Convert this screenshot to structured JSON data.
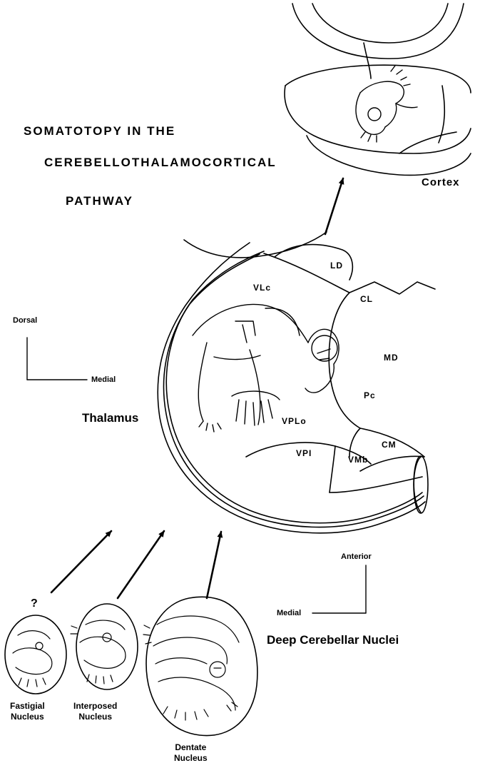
{
  "title": {
    "line1": "SOMATOTOPY IN THE",
    "line2": "CEREBELLOTHALAMOCORTICAL",
    "line3": "PATHWAY"
  },
  "labels": {
    "cortex": "Cortex",
    "thalamus": "Thalamus",
    "deep_nuclei": "Deep Cerebellar Nuclei",
    "question_mark": "?"
  },
  "axes": {
    "thalamus": {
      "vertical": "Dorsal",
      "horizontal": "Medial"
    },
    "nuclei": {
      "vertical": "Anterior",
      "horizontal": "Medial"
    }
  },
  "thalamic_regions": {
    "LD": "LD",
    "CL": "CL",
    "VLc": "VLc",
    "MD": "MD",
    "Pc": "Pc",
    "VPLo": "VPLo",
    "CM": "CM",
    "VPI": "VPI",
    "VMb": "VMb"
  },
  "nuclei": {
    "fastigial": {
      "line1": "Fastigial",
      "line2": "Nucleus"
    },
    "interposed": {
      "line1": "Interposed",
      "line2": "Nucleus"
    },
    "dentate": {
      "line1": "Dentate",
      "line2": "Nucleus"
    }
  },
  "colors": {
    "ink": "#000000",
    "paper": "#ffffff"
  }
}
